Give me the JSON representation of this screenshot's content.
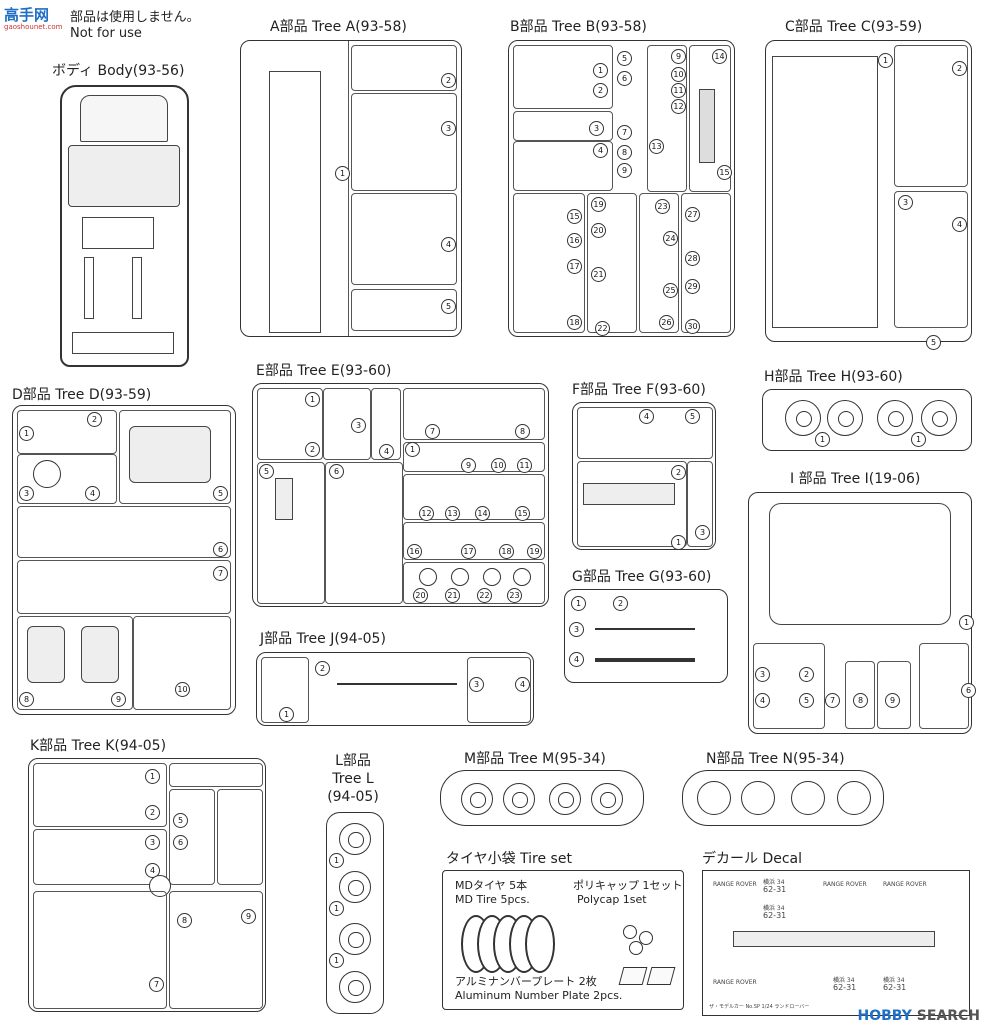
{
  "header": {
    "note_jp": "部品は使用しません。",
    "note_en": "Not for use",
    "logo": "高手网",
    "logo_sub": "gaoshounet.com"
  },
  "labels": {
    "body": "ボディ Body(93-56)",
    "tree_a": "A部品 Tree A(93-58)",
    "tree_b": "B部品 Tree B(93-58)",
    "tree_c": "C部品 Tree C(93-59)",
    "tree_d": "D部品 Tree D(93-59)",
    "tree_e": "E部品 Tree E(93-60)",
    "tree_f": "F部品 Tree F(93-60)",
    "tree_g": "G部品 Tree G(93-60)",
    "tree_h": "H部品 Tree H(93-60)",
    "tree_i": "I 部品 Tree I(19-06)",
    "tree_j": "J部品 Tree J(94-05)",
    "tree_k": "K部品 Tree K(94-05)",
    "tree_l_1": "L部品",
    "tree_l_2": "Tree L",
    "tree_l_3": "(94-05)",
    "tree_m": "M部品 Tree M(95-34)",
    "tree_n": "N部品 Tree N(95-34)",
    "tire_set": "タイヤ小袋 Tire set",
    "decal": "デカール Decal"
  },
  "tire_set": {
    "md_tire_jp": "MDタイヤ 5本",
    "md_tire_en": "MD Tire 5pcs.",
    "polycap_jp": "ポリキャップ 1セット",
    "polycap_en": "Polycap 1set",
    "plate_jp": "アルミナンバープレート 2枚",
    "plate_en": "Aluminum Number Plate 2pcs."
  },
  "decal": {
    "brand": "RANGE ROVER",
    "plate_top": "横浜 34",
    "plate_num": "62-31",
    "footer": "ザ・モデルカー No.SP 1/24 ランドローバー"
  },
  "watermark": {
    "prefix": "HOBBY",
    "suffix": "SEARCH"
  }
}
